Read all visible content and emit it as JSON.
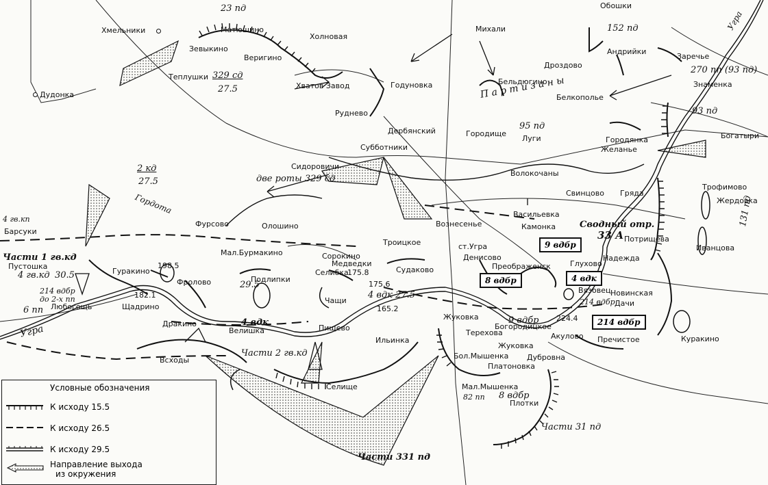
{
  "places": {
    "khmelnikn": "Хмельники",
    "matyushino": "Матюшино",
    "zevykino": "Зевыкино",
    "verigino": "Веригино",
    "teplushki": "Теплушки",
    "kholnovaya": "Холновая",
    "khvatov_zavod": "Хватов Завод",
    "godunovka": "Годуновка",
    "rudnevo": "Руднево",
    "mikhali": "Михали",
    "beldyugino": "Бельдюгино",
    "drozdovo": "Дроздово",
    "andriyki": "Андрийки",
    "oboshki": "Обошки",
    "zarechye": "Заречье",
    "znamenka": "Знаменка",
    "belkopolye": "Белкополье",
    "dudonka": "Дудонка",
    "derbyansky": "Дербянский",
    "subbotniki": "Субботники",
    "gorodishche": "Городище",
    "lugi": "Луги",
    "gorodyanka": "Городянка",
    "zhelanye": "Желанье",
    "bogatyri": "Богатыри",
    "sidorovichi": "Сидоровичи",
    "volochany": "Волокочаны",
    "svintsovo": "Свинцово",
    "gryada": "Гряда",
    "trofimovo": "Трофимово",
    "zherdovka": "Жердовка",
    "vasilevka": "Васильевка",
    "kamonka": "Камонка",
    "fursovo": "Фурсово",
    "oloshino": "Олошино",
    "voskresenye": "Вознесенье",
    "barsuki": "Барсуки",
    "pustoshka": "Пустошка",
    "gurakino": "Гуракино",
    "mal_burmakino": "Мал.Бурмакино",
    "sorokino": "Сорокино",
    "medvedki": "Медведки",
    "troitskoe": "Троицкое",
    "st_ugra": "ст.Угра",
    "denisovo": "Денисово",
    "preobrazhensk": "Преображенск",
    "glukhovo": "Глухово",
    "nadezhda": "Надежда",
    "potrishcheva": "Потрищева",
    "ivantsova": "Иванцова",
    "frolovo": "Фролово",
    "podlipki": "Подлипки",
    "selibka": "Селибка",
    "sudakovo": "Судаково",
    "lyubogoshch": "Любогощь",
    "shchadrino": "Щадрино",
    "chashchi": "Чащи",
    "vyazovets": "Вязовец",
    "novinskaya": "Новинская",
    "dacha": "Дачи",
    "zhukovka": "Жуковка",
    "tereshovka": "Терехова",
    "bogoroditskoe": "Богородицкое",
    "drakino": "Дракино",
    "velishka": "Велишка",
    "pishchevo": "Пищево",
    "ilyinka": "Ильинка",
    "zhukovka2": "Жуковка",
    "akulovo": "Акулово",
    "prechistoe": "Пречистое",
    "kurakino": "Куракино",
    "voskhody": "Всходы",
    "bol_myshenka": "Бол.Мышенка",
    "dubrovna": "Дубровна",
    "platonovka": "Платоновка",
    "selishche": "Селище",
    "mal_myshenka": "Мал.Мышенка",
    "plotki": "Плотки"
  },
  "units": {
    "u23pd": "23 пд",
    "u329sd": "329 сд",
    "u329sd_date": "27.5",
    "u152pd": "152 пд",
    "u270pp": "270 пп (93 пд)",
    "u93pd": "93 пд",
    "u95pd": "95 пд",
    "u2kd": "2 кд",
    "u2kd_date": "27.5",
    "two_rota": "две роты 329 сд",
    "u4gvkp": "4 гв.кп",
    "chasti1gvkd": "Части 1 гв.кд",
    "u4gvkd": "4 гв.кд",
    "u4vdk": "4 вдк",
    "date_305": "30.5",
    "u214vdbr_a": "214 вдбр",
    "do2kh": "до 2-х пп",
    "u6pp": "6 пп",
    "svodny": "Сводный отр.",
    "u33a": "33 А",
    "u4vdk_275": "4 вдк 27.5",
    "date_295": "29.5",
    "u9vdbr_a": "9 вдбр",
    "u8pp": "82 пп",
    "u8vdbr_b": "8 вдбр",
    "chasti31": "Части 31 пд",
    "chasti2gvkd": "Части 2 гв.кд",
    "chasti331": "Части 331 пд",
    "u131pd": "131 пд",
    "u214vdbr_b": "214 вдбр",
    "partizany": "П а р т и з а н ы"
  },
  "heights": {
    "h1985": "198.5",
    "h1821": "182.1",
    "h1756": "175.6",
    "h1652": "165.2",
    "h1758": "175.8",
    "h2244": "224.4"
  },
  "flags": {
    "f9vdbr": "9 вдбр",
    "f8vdbr": "8 вдбр",
    "f4vdk": "4 вдк",
    "f214vdbr": "214 вдбр"
  },
  "rivers": {
    "gordota": "Гордота",
    "ugra_w": "Угра",
    "ugra_ne": "Угра"
  },
  "legend": {
    "title": "Условные обозначения",
    "row1": "К исходу 15.5",
    "row2": "К исходу 26.5",
    "row3": "К исходу 29.5",
    "row4a": "Направление выхода",
    "row4b": "из окружения"
  }
}
